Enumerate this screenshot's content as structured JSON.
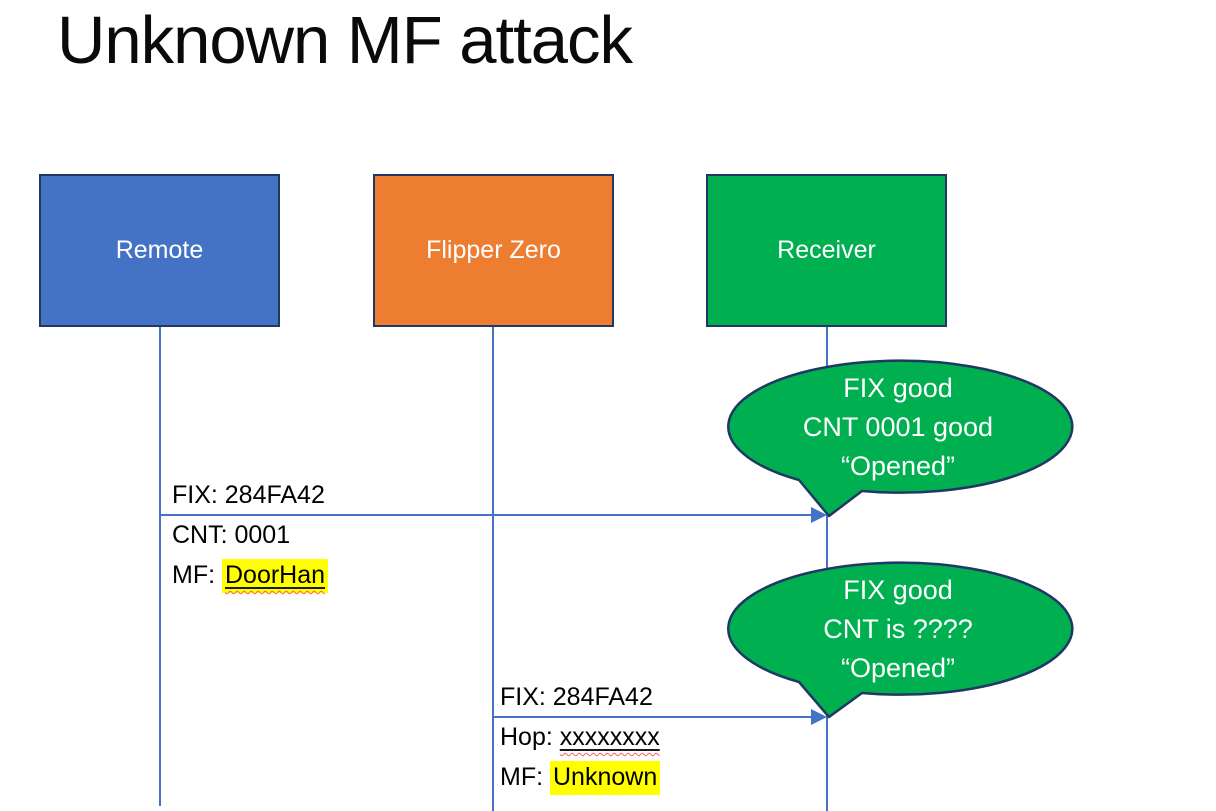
{
  "title": "Unknown MF attack",
  "actors": {
    "remote": {
      "label": "Remote",
      "fill": "#4472C4"
    },
    "flipper": {
      "label": "Flipper Zero",
      "fill": "#ED7D31"
    },
    "receiver": {
      "label": "Receiver",
      "fill": "#00B050"
    }
  },
  "messages": {
    "remote_to_receiver": {
      "line1": "FIX: 284FA42",
      "line2": "CNT: 0001",
      "line3_prefix": "MF: ",
      "line3_value": "DoorHan"
    },
    "flipper_to_receiver": {
      "line1": "FIX: 284FA42",
      "line2_prefix": "Hop: ",
      "line2_value": "xxxxxxxx",
      "line3_prefix": "MF: ",
      "line3_value": "Unknown"
    }
  },
  "bubbles": {
    "first": {
      "line1": "FIX good",
      "line2": "CNT 0001 good",
      "line3": "“Opened”"
    },
    "second": {
      "line1": "FIX good",
      "line2": "CNT is ????",
      "line3": "“Opened”"
    }
  },
  "colors": {
    "actor_border": "#1F3864",
    "lifeline_blue": "#4472C4",
    "bubble_fill": "#00B050",
    "bubble_border": "#1F3864",
    "highlight_yellow": "#FFFF00",
    "squiggle_red": "#FF5A5A",
    "title_text": "#0A0A0A",
    "actor_text": "#FFFFFF"
  }
}
